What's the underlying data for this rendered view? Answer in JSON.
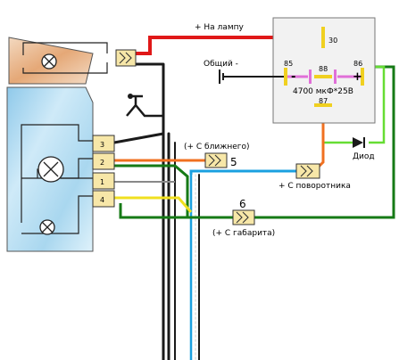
{
  "labels": {
    "to_lamp": "+ На лампу",
    "ground": "Общий -",
    "from_low_beam": "(+ С ближнего)",
    "from_turn": "+ С поворотника",
    "from_parking": "(+ С габарита)",
    "diode": "Диод",
    "capacitor": "4700 мкФ*25В"
  },
  "relay_pins": {
    "p30": "30",
    "p85": "85",
    "p86": "86",
    "p87": "87",
    "p88": "88"
  },
  "relay_signs": {
    "minus": "-",
    "plus": "+"
  },
  "connector_pins": {
    "p3": "3",
    "p2": "2",
    "p1": "1",
    "p4": "4"
  },
  "wire_numbers": {
    "w5": "5",
    "w6": "6"
  },
  "colors": {
    "red": "#e01818",
    "black": "#1a1a1a",
    "green": "#167a16",
    "light_green": "#66dd33",
    "orange": "#f07020",
    "blue": "#1aa0e0",
    "yellow": "#f0e020",
    "connector": "#f7e7a8",
    "lamp_top": "#e8b88c",
    "lamp_main": "#a8d8f0",
    "cap_pink": "#e070d8",
    "relay_pin": "#f0d020"
  }
}
